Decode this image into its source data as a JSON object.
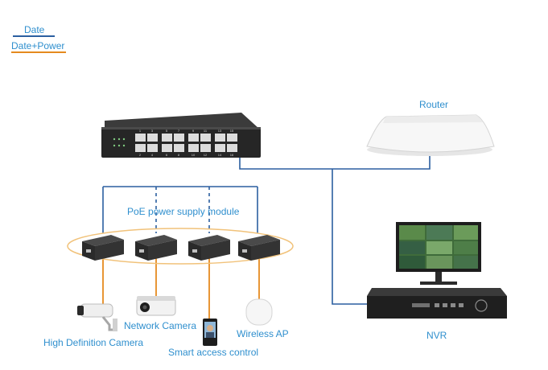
{
  "legend": {
    "date_label": "Date",
    "date_power_label": "Date+Power",
    "date_color": "#2b5fa0",
    "date_power_color": "#e58a1f"
  },
  "labels": {
    "router": "Router",
    "poe_module": "PoE power supply module",
    "nvr": "NVR",
    "hd_camera": "High Definition Camera",
    "network_camera": "Network Camera",
    "smart_access": "Smart access control",
    "wireless_ap": "Wireless AP"
  },
  "switch": {
    "port_numbers_top": [
      "1",
      "3",
      "5",
      "7",
      "9",
      "11",
      "13",
      "15"
    ],
    "port_numbers_bottom": [
      "2",
      "4",
      "6",
      "8",
      "10",
      "12",
      "14",
      "16"
    ]
  },
  "colors": {
    "label_text": "#2f8fce",
    "module_ring": "#f1c27a"
  }
}
